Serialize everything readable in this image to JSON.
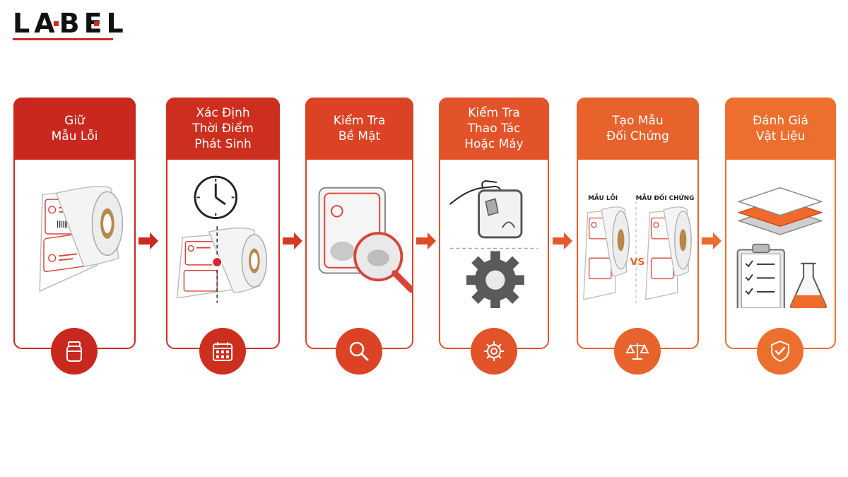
{
  "brand": {
    "logo_text": "LABEL",
    "accent": "#d62828"
  },
  "steps": [
    {
      "lines": [
        "Giữ",
        "Mẫu Lỗi"
      ],
      "color": "#c8281e",
      "icon": "jar-icon"
    },
    {
      "lines": [
        "Xác Định",
        "Thời Điểm",
        "Phát Sinh"
      ],
      "color": "#cd2f1f",
      "icon": "calendar-icon"
    },
    {
      "lines": [
        "Kiểm Tra",
        "Bề Mặt"
      ],
      "color": "#dc4325",
      "icon": "search-icon"
    },
    {
      "lines": [
        "Kiểm Tra",
        "Thao Tác",
        "Hoặc Máy"
      ],
      "color": "#e2532a",
      "icon": "gear-icon"
    },
    {
      "lines": [
        "Tạo Mẫu",
        "Đối Chứng"
      ],
      "color": "#e8622c",
      "icon": "scale-icon"
    },
    {
      "lines": [
        "Đánh Giá",
        "Vật Liệu"
      ],
      "color": "#ed6f2e",
      "icon": "shield-check-icon"
    }
  ],
  "comparison": {
    "left_label": "MẪU LỖI",
    "right_label": "MẪU ĐỐI CHỨNG",
    "vs_label": "VS"
  }
}
